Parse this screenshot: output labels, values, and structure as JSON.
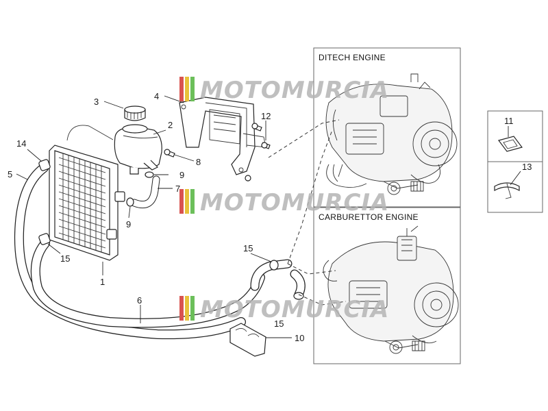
{
  "diagram": {
    "panels": {
      "ditech": {
        "title": "DITECH ENGINE"
      },
      "carburettor": {
        "title": "CARBURETTOR ENGINE"
      }
    },
    "watermark": "MOTOMURCIA",
    "callouts": {
      "c1": "1",
      "c2": "2",
      "c3": "3",
      "c4": "4",
      "c5": "5",
      "c6": "6",
      "c7": "7",
      "c8": "8",
      "c9a": "9",
      "c9b": "9",
      "c10": "10",
      "c11": "11",
      "c12": "12",
      "c13": "13",
      "c14": "14",
      "c15a": "15",
      "c15b": "15",
      "c15c": "15"
    },
    "colors": {
      "line": "#222222",
      "panel_border": "#666666",
      "watermark_text": "#b5b5b5",
      "stripe_red": "#d9534f",
      "stripe_yellow": "#e8c23a",
      "stripe_green": "#6cbf5a"
    }
  }
}
